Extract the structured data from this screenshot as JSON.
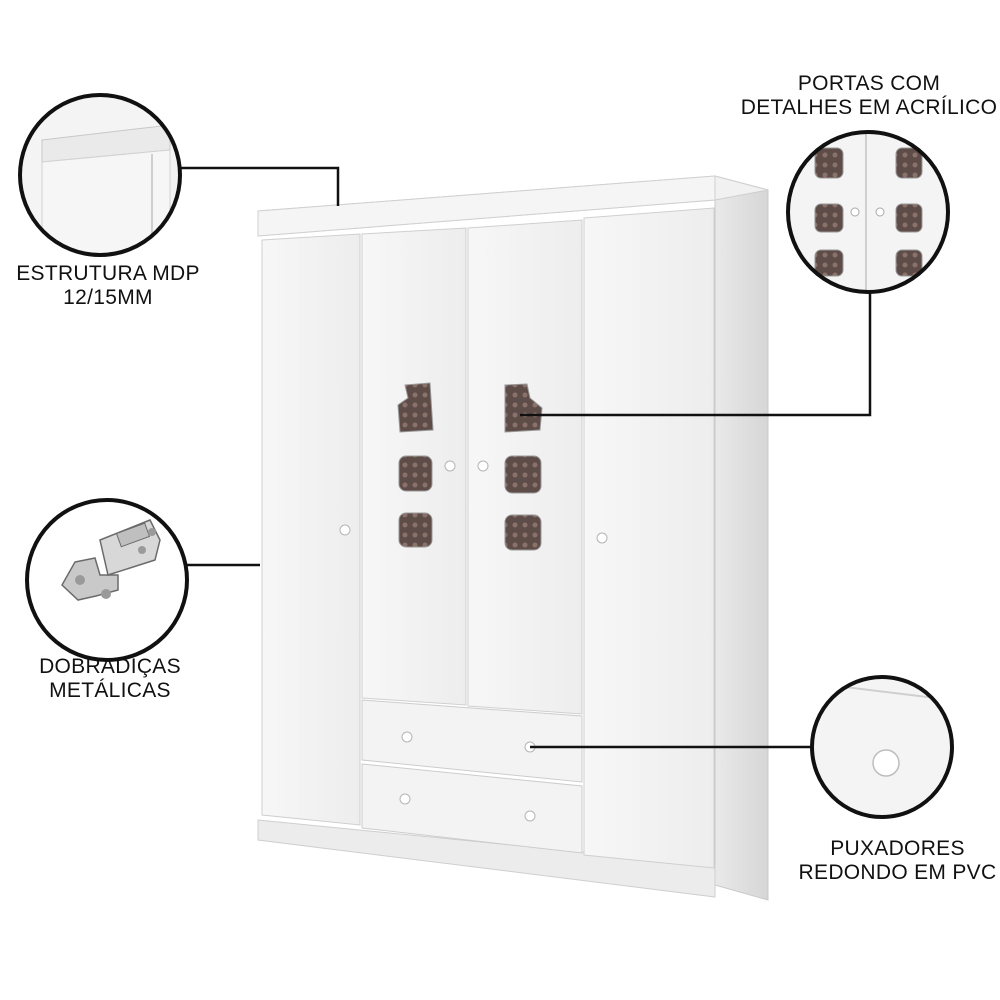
{
  "product": {
    "description": "Guarda-roupa branco 4 portas 2 gavetas"
  },
  "callouts": {
    "structure": {
      "line1": "ESTRUTURA MDP",
      "line2": "12/15MM"
    },
    "doors": {
      "line1": "PORTAS COM",
      "line2": "DETALHES EM ACRÍLICO"
    },
    "hinges": {
      "line1": "DOBRADIÇAS",
      "line2": "METÁLICAS"
    },
    "handles": {
      "line1": "PUXADORES",
      "line2": "REDONDO EM PVC"
    }
  },
  "colors": {
    "cabinet": "#f4f4f4",
    "cabinet_shadow": "#dcdcdc",
    "outline": "#111111",
    "acrylic": "#6b5a55"
  }
}
